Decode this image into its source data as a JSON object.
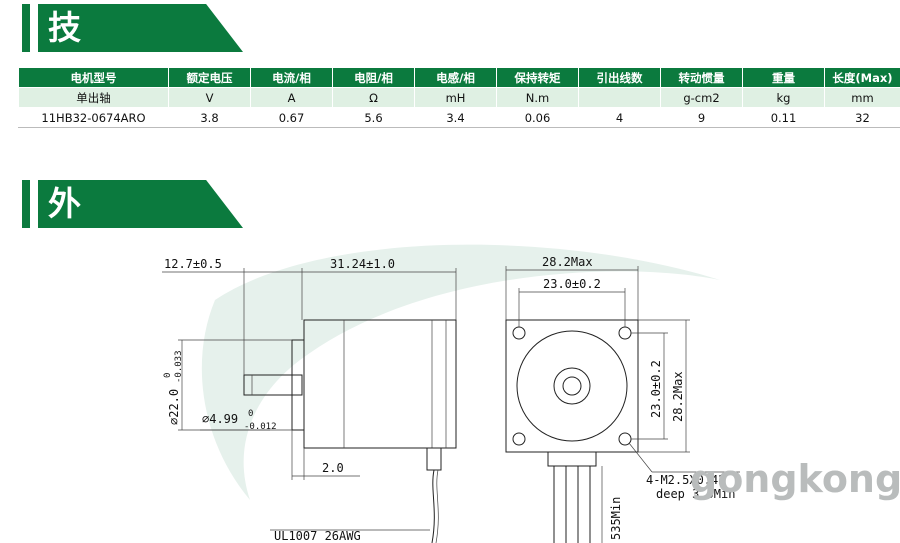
{
  "sections": {
    "specs_title": "技术参数",
    "outline_title": "外 形 图"
  },
  "table": {
    "headers": [
      "电机型号",
      "额定电压",
      "电流/相",
      "电阻/相",
      "电感/相",
      "保持转矩",
      "引出线数",
      "转动惯量",
      "重量",
      "长度(Max)"
    ],
    "units": [
      "单出轴",
      "V",
      "A",
      "Ω",
      "mH",
      "N.m",
      "",
      "g-cm2",
      "kg",
      "mm"
    ],
    "rows": [
      [
        "11HB32-0674ARO",
        "3.8",
        "0.67",
        "5.6",
        "3.4",
        "0.06",
        "4",
        "9",
        "0.11",
        "32"
      ]
    ]
  },
  "drawing": {
    "shaft_length": "12.7±0.5",
    "body_length": "31.24±1.0",
    "flange_dia": "⌀22.0",
    "flange_tol_upper": "0",
    "flange_tol_lower": "-0.033",
    "shaft_dia": "⌀4.99",
    "shaft_tol_upper": "0",
    "shaft_tol_lower": "-0.012",
    "flange_thickness": "2.0",
    "wire": "UL1007 26AWG",
    "width_max": "28.2Max",
    "hole_spacing": "23.0±0.2",
    "height_spacing": "23.0±0.2",
    "height_max": "28.2Max",
    "holes_line1": "4-M2.5X0.45",
    "holes_line2": "deep 3.0Min",
    "lead_length": "535Min"
  },
  "watermark": "gongkong",
  "colors": {
    "brand_green": "#0b7a3e",
    "units_row": "#dff0e3"
  }
}
